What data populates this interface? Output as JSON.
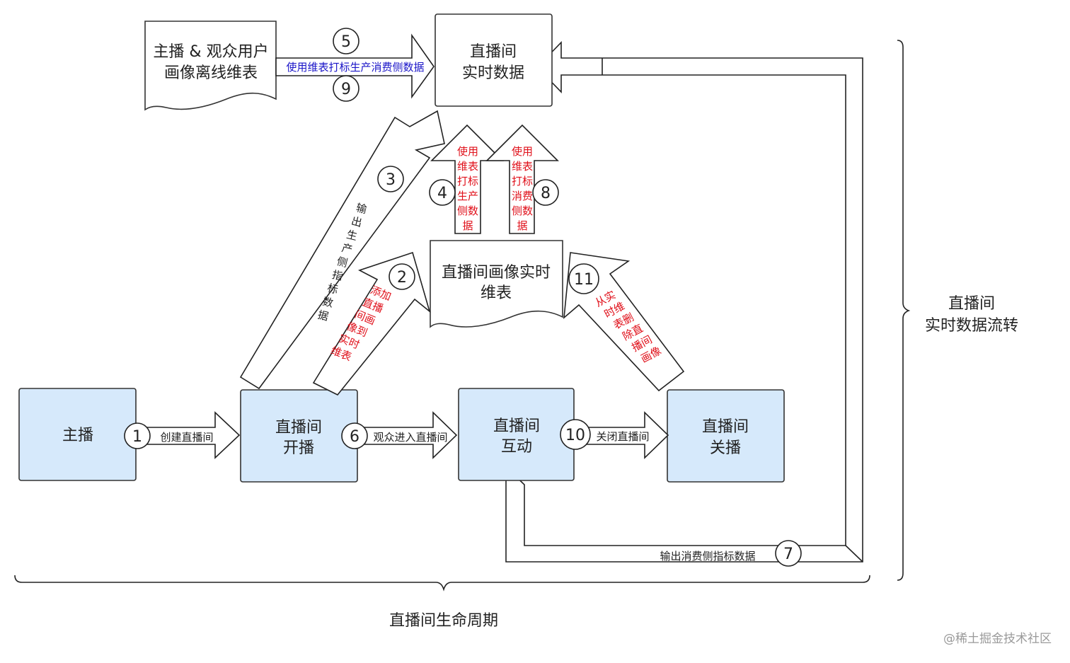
{
  "nodes": {
    "anchor": "主播",
    "open": [
      "直播间",
      "开播"
    ],
    "interact": [
      "直播间",
      "互动"
    ],
    "close": [
      "直播间",
      "关播"
    ],
    "realtime_data": [
      "直播间",
      "实时数据"
    ],
    "profile_table": [
      "主播 & 观众用户",
      "画像离线维表"
    ],
    "room_profile": [
      "直播间画像实时",
      "维表"
    ]
  },
  "steps": {
    "s1": {
      "num": "1",
      "label": "创建直播间"
    },
    "s2": {
      "num": "2",
      "label": [
        "添加",
        "直播",
        "间画",
        "像到",
        "实时",
        "维表"
      ]
    },
    "s3": {
      "num": "3",
      "label": [
        "输",
        "出",
        "生",
        "产",
        "侧",
        "指",
        "标",
        "数",
        "据"
      ]
    },
    "s4": {
      "num": "4",
      "label": [
        "使用",
        "维表",
        "打标",
        "生产",
        "侧数",
        "据"
      ]
    },
    "s5": {
      "num": "5"
    },
    "s59_label": "使用维表打标生产消费侧数据",
    "s6": {
      "num": "6",
      "label": "观众进入直播间"
    },
    "s7": {
      "num": "7",
      "label": "输出消费侧指标数据"
    },
    "s8": {
      "num": "8",
      "label": [
        "使用",
        "维表",
        "打标",
        "消费",
        "侧数",
        "据"
      ]
    },
    "s9": {
      "num": "9"
    },
    "s10": {
      "num": "10",
      "label": "关闭直播间"
    },
    "s11": {
      "num": "11",
      "label": [
        "从实",
        "时维",
        "表删",
        "除直",
        "播间",
        "画像"
      ]
    }
  },
  "groups": {
    "lifecycle": "直播间生命周期",
    "flow": [
      "直播间",
      "实时数据流转"
    ]
  },
  "watermark": "@稀土掘金技术社区",
  "colors": {
    "box_fill": "#d6e9fb",
    "red_text": "#e0101a",
    "blue_text": "#1a14c8"
  }
}
